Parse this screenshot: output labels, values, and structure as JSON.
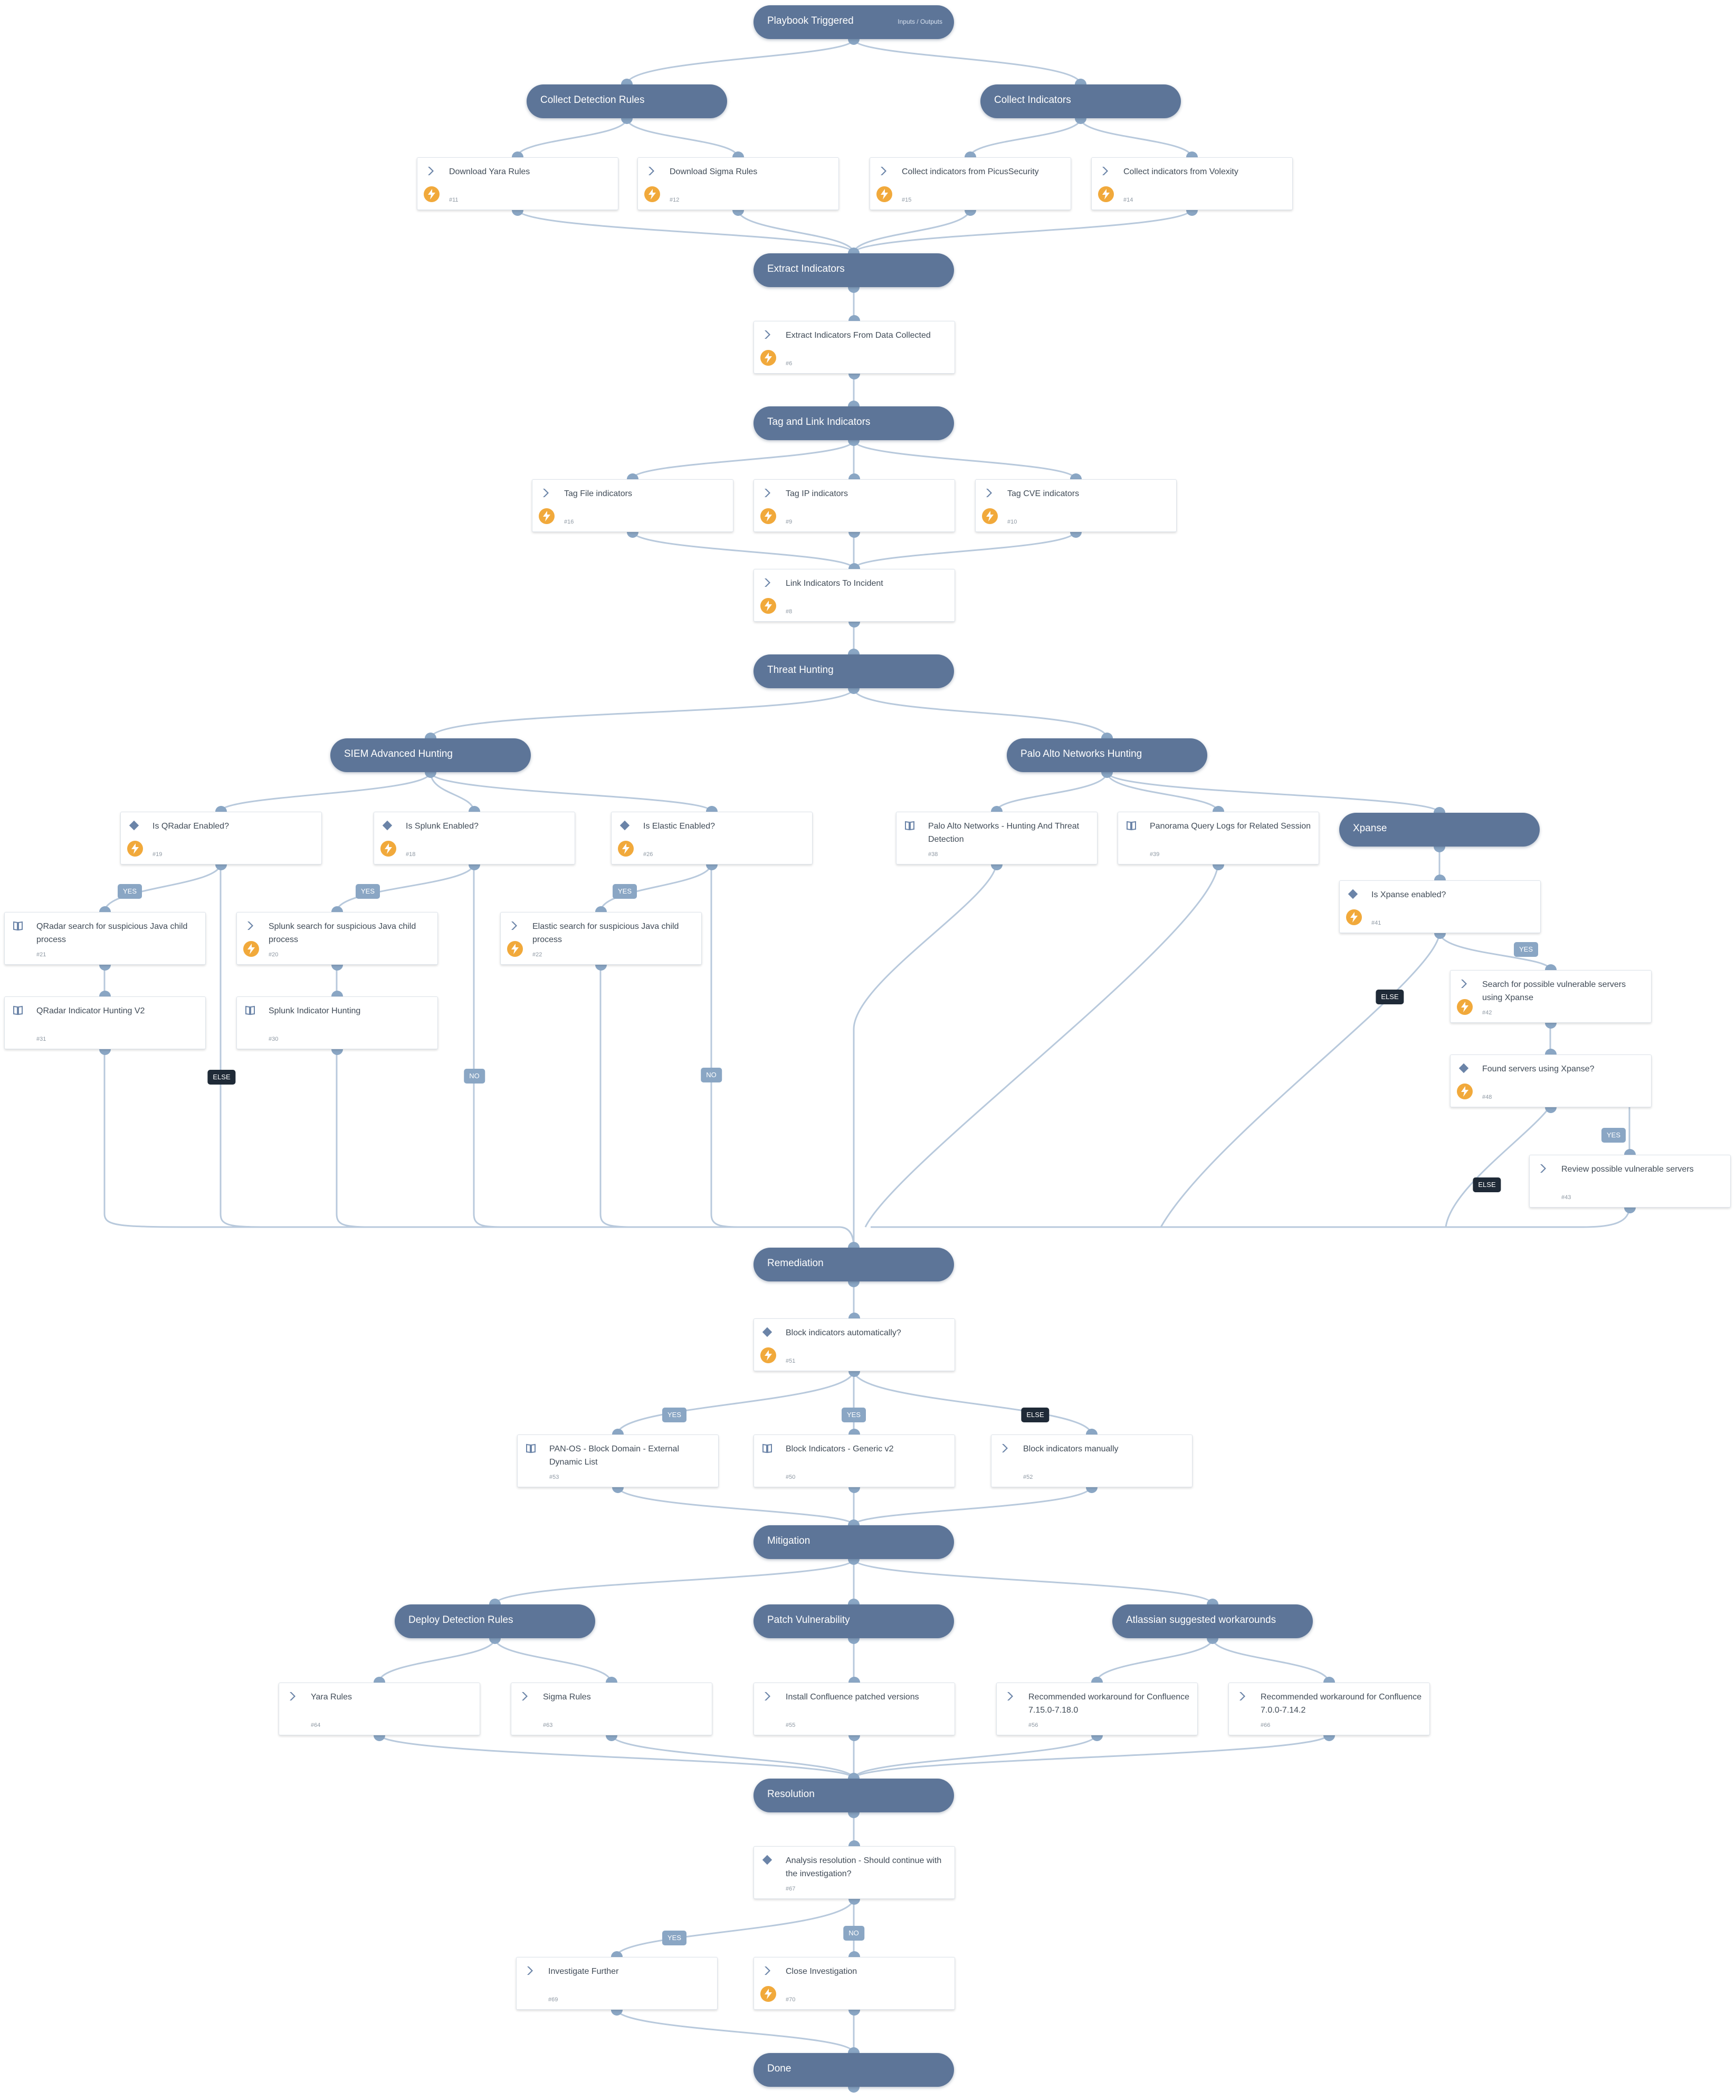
{
  "sections": {
    "trigger": {
      "label": "Playbook Triggered",
      "io": "Inputs / Outputs"
    },
    "collect_rules": {
      "label": "Collect Detection Rules"
    },
    "collect_ind": {
      "label": "Collect Indicators"
    },
    "extract": {
      "label": "Extract Indicators"
    },
    "tag_link": {
      "label": "Tag and Link Indicators"
    },
    "hunting": {
      "label": "Threat Hunting"
    },
    "siem": {
      "label": "SIEM Advanced Hunting"
    },
    "palo": {
      "label": "Palo Alto Networks Hunting"
    },
    "xpanse": {
      "label": "Xpanse"
    },
    "remediation": {
      "label": "Remediation"
    },
    "mitigation": {
      "label": "Mitigation"
    },
    "deploy": {
      "label": "Deploy Detection Rules"
    },
    "patch": {
      "label": "Patch Vulnerability"
    },
    "atlassian": {
      "label": "Atlassian suggested workarounds"
    },
    "resolution": {
      "label": "Resolution"
    },
    "done": {
      "label": "Done"
    }
  },
  "tasks": {
    "t11": {
      "title": "Download Yara Rules",
      "num": "#11",
      "icon": "chevron-icon",
      "auto": true
    },
    "t12": {
      "title": "Download Sigma Rules",
      "num": "#12",
      "icon": "chevron-icon",
      "auto": true
    },
    "t15": {
      "title": "Collect indicators from PicusSecurity",
      "num": "#15",
      "icon": "chevron-icon",
      "auto": true
    },
    "t14": {
      "title": "Collect indicators from Volexity",
      "num": "#14",
      "icon": "chevron-icon",
      "auto": true
    },
    "t6": {
      "title": "Extract Indicators From Data Collected",
      "num": "#6",
      "icon": "chevron-icon",
      "auto": true
    },
    "t16": {
      "title": "Tag File indicators",
      "num": "#16",
      "icon": "chevron-icon",
      "auto": true
    },
    "t9": {
      "title": "Tag IP indicators",
      "num": "#9",
      "icon": "chevron-icon",
      "auto": true
    },
    "t10": {
      "title": "Tag CVE indicators",
      "num": "#10",
      "icon": "chevron-icon",
      "auto": true
    },
    "t8": {
      "title": "Link Indicators To Incident",
      "num": "#8",
      "icon": "chevron-icon",
      "auto": true
    },
    "t19": {
      "title": "Is QRadar Enabled?",
      "num": "#19",
      "icon": "diamond-icon",
      "auto": true
    },
    "t18": {
      "title": "Is Splunk Enabled?",
      "num": "#18",
      "icon": "diamond-icon",
      "auto": true
    },
    "t26": {
      "title": "Is Elastic Enabled?",
      "num": "#26",
      "icon": "diamond-icon",
      "auto": true
    },
    "t38": {
      "title": "Palo Alto Networks - Hunting And Threat Detection",
      "num": "#38",
      "icon": "book-icon",
      "auto": false
    },
    "t39": {
      "title": "Panorama Query Logs for Related Session",
      "num": "#39",
      "icon": "book-icon",
      "auto": false
    },
    "t21": {
      "title": "QRadar search for suspicious Java child process",
      "num": "#21",
      "icon": "book-icon",
      "auto": false
    },
    "t20": {
      "title": "Splunk search for suspicious Java child process",
      "num": "#20",
      "icon": "chevron-icon",
      "auto": true
    },
    "t22": {
      "title": "Elastic search for suspicious Java child process",
      "num": "#22",
      "icon": "chevron-icon",
      "auto": true
    },
    "t31": {
      "title": "QRadar Indicator Hunting V2",
      "num": "#31",
      "icon": "book-icon",
      "auto": false
    },
    "t30": {
      "title": "Splunk Indicator Hunting",
      "num": "#30",
      "icon": "book-icon",
      "auto": false
    },
    "t41": {
      "title": "Is Xpanse enabled?",
      "num": "#41",
      "icon": "diamond-icon",
      "auto": true
    },
    "t42": {
      "title": "Search for possible vulnerable servers using Xpanse",
      "num": "#42",
      "icon": "chevron-icon",
      "auto": true
    },
    "t48": {
      "title": "Found servers using Xpanse?",
      "num": "#48",
      "icon": "diamond-icon",
      "auto": true
    },
    "t43": {
      "title": "Review possible vulnerable servers",
      "num": "#43",
      "icon": "chevron-icon",
      "auto": false
    },
    "t51": {
      "title": "Block indicators automatically?",
      "num": "#51",
      "icon": "diamond-icon",
      "auto": true
    },
    "t53": {
      "title": "PAN-OS - Block Domain - External Dynamic List",
      "num": "#53",
      "icon": "book-icon",
      "auto": false
    },
    "t50": {
      "title": "Block Indicators - Generic v2",
      "num": "#50",
      "icon": "book-icon",
      "auto": false
    },
    "t52": {
      "title": "Block indicators manually",
      "num": "#52",
      "icon": "chevron-icon",
      "auto": false
    },
    "t64": {
      "title": "Yara Rules",
      "num": "#64",
      "icon": "chevron-icon",
      "auto": false
    },
    "t63": {
      "title": "Sigma Rules",
      "num": "#63",
      "icon": "chevron-icon",
      "auto": false
    },
    "t55": {
      "title": "Install Confluence patched versions",
      "num": "#55",
      "icon": "chevron-icon",
      "auto": false
    },
    "t56": {
      "title": "Recommended workaround for Confluence 7.15.0-7.18.0",
      "num": "#56",
      "icon": "chevron-icon",
      "auto": false
    },
    "t66": {
      "title": "Recommended workaround for Confluence 7.0.0-7.14.2",
      "num": "#66",
      "icon": "chevron-icon",
      "auto": false
    },
    "t67": {
      "title": "Analysis resolution - Should continue with the investigation?",
      "num": "#67",
      "icon": "diamond-icon",
      "auto": false
    },
    "t69": {
      "title": "Investigate Further",
      "num": "#69",
      "icon": "chevron-icon",
      "auto": false
    },
    "t70": {
      "title": "Close Investigation",
      "num": "#70",
      "icon": "chevron-icon",
      "auto": true
    }
  },
  "badges": {
    "qradar_yes": "YES",
    "qradar_else": "ELSE",
    "splunk_yes": "YES",
    "splunk_no": "NO",
    "elastic_yes": "YES",
    "elastic_no": "NO",
    "xpanse_yes": "YES",
    "xpanse_else": "ELSE",
    "found_yes": "YES",
    "found_else": "ELSE",
    "block_yes1": "YES",
    "block_yes2": "YES",
    "block_else": "ELSE",
    "res_yes": "YES",
    "res_no": "NO"
  },
  "colors": {
    "section": "#5d7598",
    "wire": "#b8c9dc",
    "port": "#8aa6c4",
    "automation": "#f1a93b",
    "else_badge": "#1f2a37"
  }
}
